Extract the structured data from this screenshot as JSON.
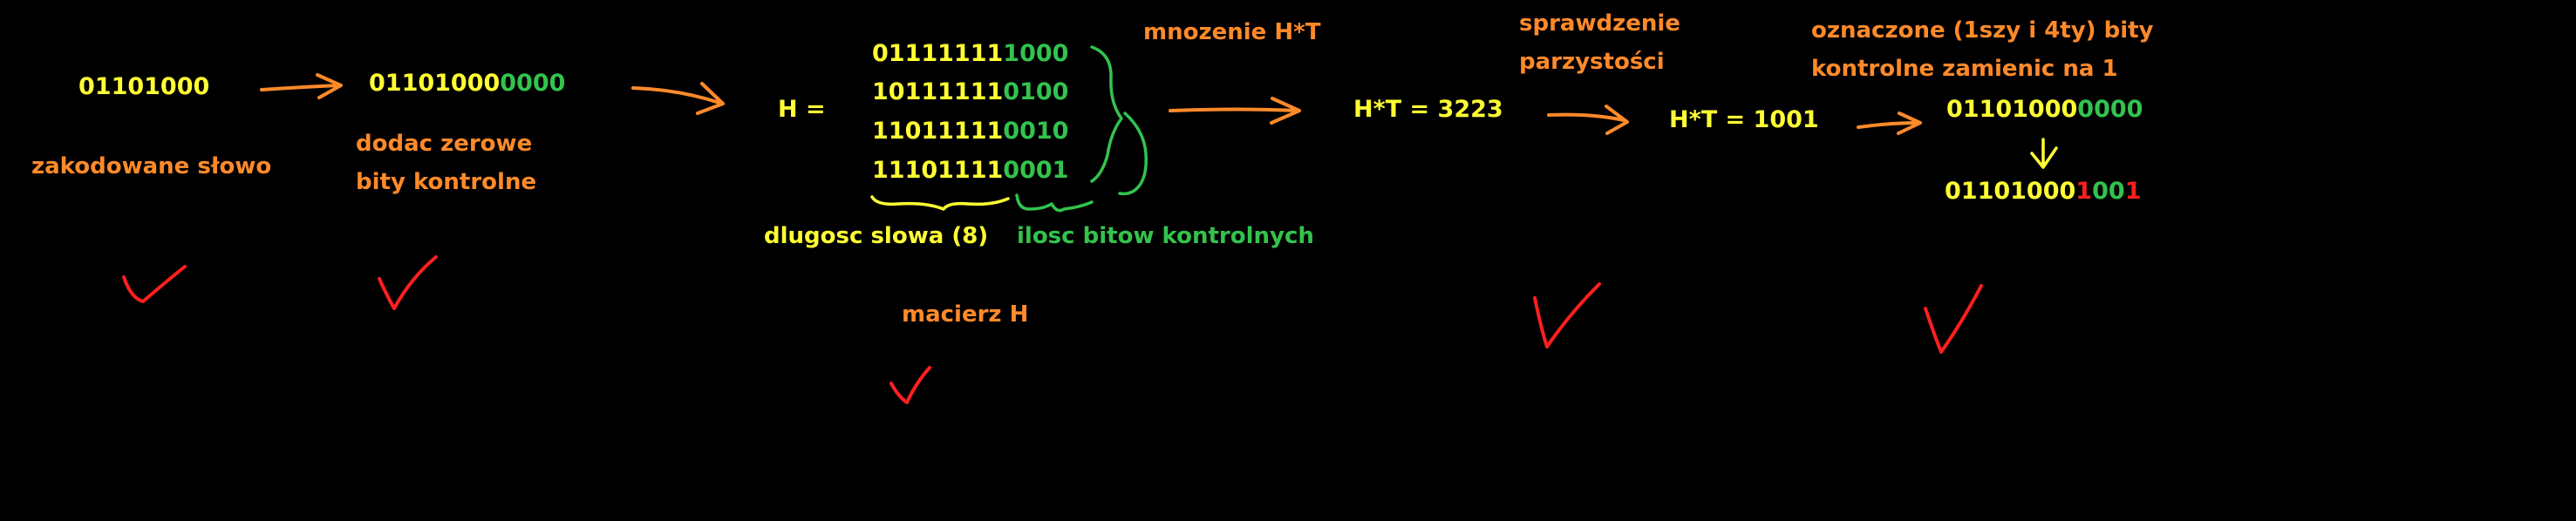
{
  "colors": {
    "background": "#000000",
    "yellow": "#ffff33",
    "green": "#33c34d",
    "orange": "#ff8a2a",
    "red": "#ff1f1f"
  },
  "step1": {
    "word": "01101000",
    "caption": "zakodowane słowo"
  },
  "step2": {
    "data_bits": "01101000",
    "zero_bits": "0000",
    "caption_line1": "dodac zerowe",
    "caption_line2": "bity kontrolne"
  },
  "matrix": {
    "label": "H =",
    "rows": [
      {
        "data": "01111111",
        "control": "1000"
      },
      {
        "data": "10111111",
        "control": "0100"
      },
      {
        "data": "11011111",
        "control": "0010"
      },
      {
        "data": "11101111",
        "control": "0001"
      }
    ],
    "word_length_label": "dlugosc slowa (8)",
    "control_count_label": "ilosc bitow kontrolnych",
    "caption": "macierz H"
  },
  "multiplication": {
    "caption": "mnozenie H*T",
    "result": "H*T = 3223"
  },
  "parity": {
    "caption_line1": "sprawdzenie",
    "caption_line2": "parzystości",
    "result": "H*T = 1001"
  },
  "final": {
    "caption_line1": "oznaczone (1szy i 4ty) bity",
    "caption_line2": "kontrolne zamienic na 1",
    "before_data": "01101000",
    "before_control": "0000",
    "after_data": "01101000",
    "after_control": [
      "1",
      "0",
      "0",
      "1"
    ]
  },
  "icons": [
    "arrow-icon",
    "checkmark-icon",
    "brace-icon",
    "down-arrow-icon"
  ]
}
